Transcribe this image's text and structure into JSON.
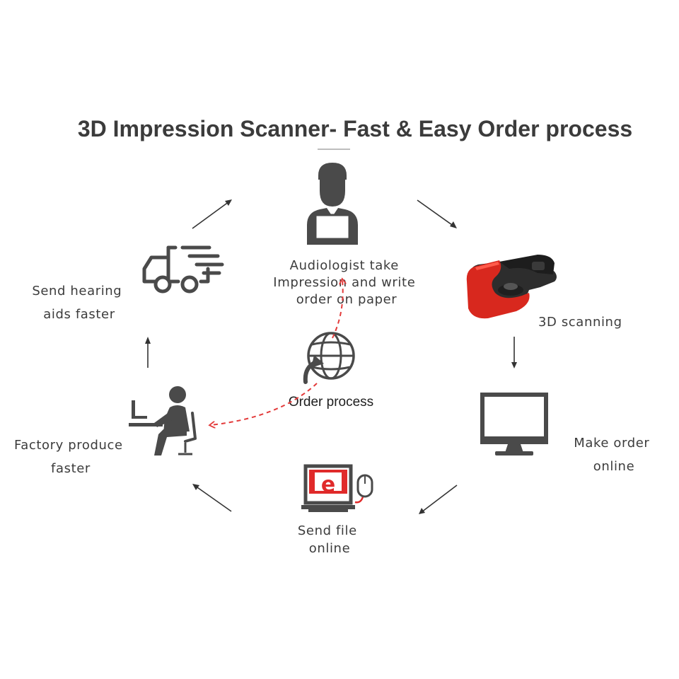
{
  "title": "3D Impression Scanner- Fast & Easy Order process",
  "steps": {
    "audiologist": {
      "icon": "audiologist-laptop-icon",
      "lines": [
        "Audiologist take",
        "Impression and write",
        "order on paper"
      ]
    },
    "scanning": {
      "icon": "3d-scanner-icon",
      "lines": [
        "3D scanning"
      ]
    },
    "order_online": {
      "icon": "monitor-icon",
      "lines": [
        "Make order",
        "online"
      ]
    },
    "send_file": {
      "icon": "computer-mouse-icon",
      "badge": "e",
      "lines": [
        "Send file",
        "online"
      ]
    },
    "factory": {
      "icon": "worker-at-desk-icon",
      "lines": [
        "Factory produce",
        "faster"
      ]
    },
    "shipping": {
      "icon": "delivery-truck-icon",
      "lines": [
        "Send hearing",
        "aids faster"
      ]
    }
  },
  "center": {
    "icon": "globe-cycle-icon",
    "label": "Order process"
  },
  "colors": {
    "icon": "#4a4a4a",
    "title": "#3b3b3b",
    "accent_red": "#e02a2a",
    "scanner_red": "#d8281e",
    "dashed_arrow": "#e33b3b"
  }
}
